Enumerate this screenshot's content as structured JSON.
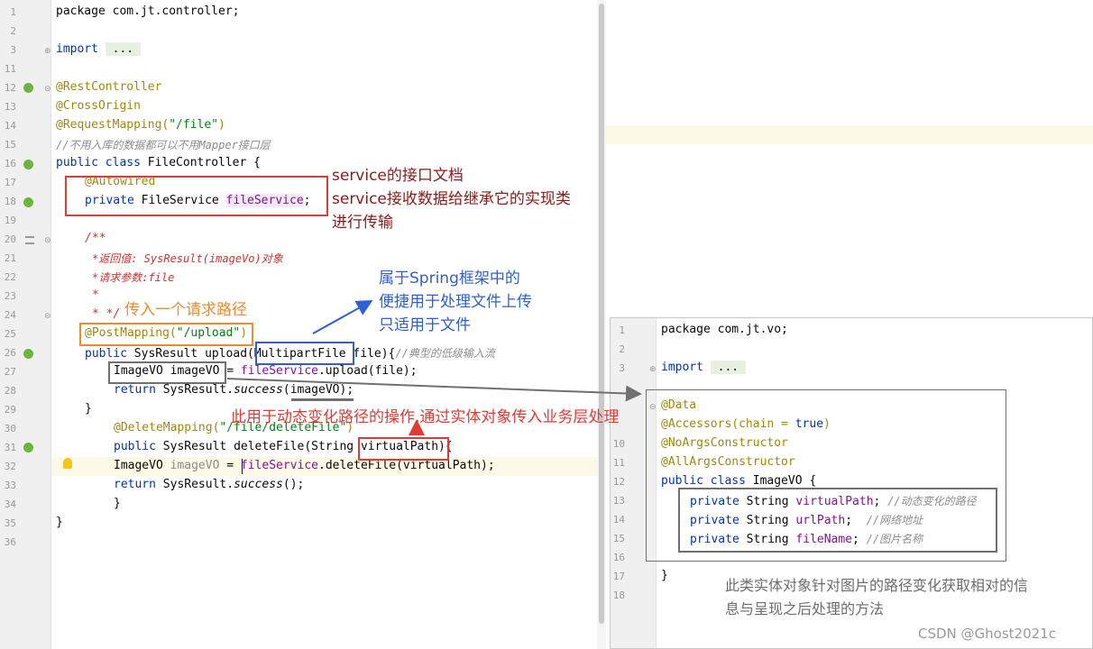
{
  "left_editor": {
    "line_numbers": [
      "1",
      "2",
      "3",
      "11",
      "12",
      "13",
      "14",
      "15",
      "16",
      "17",
      "18",
      "19",
      "20",
      "21",
      "22",
      "23",
      "24",
      "25",
      "26",
      "27",
      "28",
      "29",
      "30",
      "31",
      "32",
      "33",
      "34",
      "35",
      "36"
    ],
    "lines": {
      "l1": "package com.jt.controller;",
      "l3": "import ...",
      "l12": "@RestController",
      "l13": "@CrossOrigin",
      "l14a": "@RequestMapping(",
      "l14b": "\"/file\"",
      "l14c": ")",
      "l15": "//不用入库的数据都可以不用Mapper接口层",
      "l16a": "public class ",
      "l16b": "FileController {",
      "l17": "@Autowired",
      "l18a": "private ",
      "l18b": "FileService ",
      "l18c": "fileService",
      "l18d": ";",
      "l20": "/**",
      "l21": "*返回值: SysResult(imageVo)对象",
      "l22": "*请求参数:file",
      "l23": "*",
      "l24": "* */",
      "l25a": "@PostMapping(",
      "l25b": "\"/upload\"",
      "l25c": ")",
      "l26a": "public ",
      "l26b": "SysResult upload(MultipartFile file){",
      "l26c": "//典型的低级输入流",
      "l27a": "ImageVO imageVO = ",
      "l27b": "fileService",
      "l27c": ".upload(file);",
      "l28a": "return ",
      "l28b": "SysResult.",
      "l28c": "success",
      "l28d": "(imageVO);",
      "l29": "}",
      "l30a": "@DeleteMapping(",
      "l30b": "\"/file/deleteFile\"",
      "l30c": ")",
      "l31a": "public ",
      "l31b": "SysResult deleteFile(String virtualPath){",
      "l32a": "ImageVO ",
      "l32b": "imageVO",
      "l32c": " = ",
      "l32d": "fileService",
      "l32e": ".deleteFile(virtualPath);",
      "l33a": "return ",
      "l33b": "SysResult.",
      "l33c": "success",
      "l33d": "();",
      "l34": "}",
      "l35": "}"
    }
  },
  "right_editor": {
    "line_numbers": [
      "1",
      "2",
      "3",
      "",
      "",
      "",
      "10",
      "11",
      "12",
      "13",
      "14",
      "15",
      "16",
      "17",
      "18"
    ],
    "lines": {
      "r1": "package com.jt.vo;",
      "r3": "import ...",
      "r7": "@Data",
      "r8a": "@Accessors(chain = ",
      "r8b": "true",
      "r8c": ")",
      "r9": "@NoArgsConstructor",
      "r10": "@AllArgsConstructor",
      "r11a": "public class ",
      "r11b": "ImageVO {",
      "r12a": "private ",
      "r12b": "String ",
      "r12c": "virtualPath",
      "r12d": "; ",
      "r12e": "//动态变化的路径",
      "r13a": "private ",
      "r13b": "String ",
      "r13c": "urlPath",
      "r13d": ";  ",
      "r13e": "//网络地址",
      "r14a": "private ",
      "r14b": "String ",
      "r14c": "fileName",
      "r14d": "; ",
      "r14e": "//图片名称",
      "r16": "}"
    }
  },
  "annotations": {
    "service_note_1": "service的接口文档",
    "service_note_2": "service接收数据给继承它的实现类",
    "service_note_3": "进行传输",
    "path_note": "传入一个请求路径",
    "spring_note_1": "属于Spring框架中的",
    "spring_note_2": "便捷用于处理文件上传",
    "spring_note_3": "只适用于文件",
    "dynamic_note": "此用于动态变化路径的操作,通过实体对象传入业务层处理",
    "entity_note_1": "此类实体对象针对图片的路径变化获取相对的信",
    "entity_note_2": "息与呈现之后处理的方法",
    "watermark": "CSDN @Ghost2021c"
  },
  "colors": {
    "red_box": "#e53935",
    "orange_box": "#ef8a2f",
    "blue_box": "#2f5fd0",
    "gray_box": "#707070",
    "service_note": "#8b1a1a",
    "path_note": "#ef8a2f",
    "spring_note": "#2f5fd0",
    "dynamic_note": "#e53935",
    "entity_note": "#6d6d6d"
  }
}
